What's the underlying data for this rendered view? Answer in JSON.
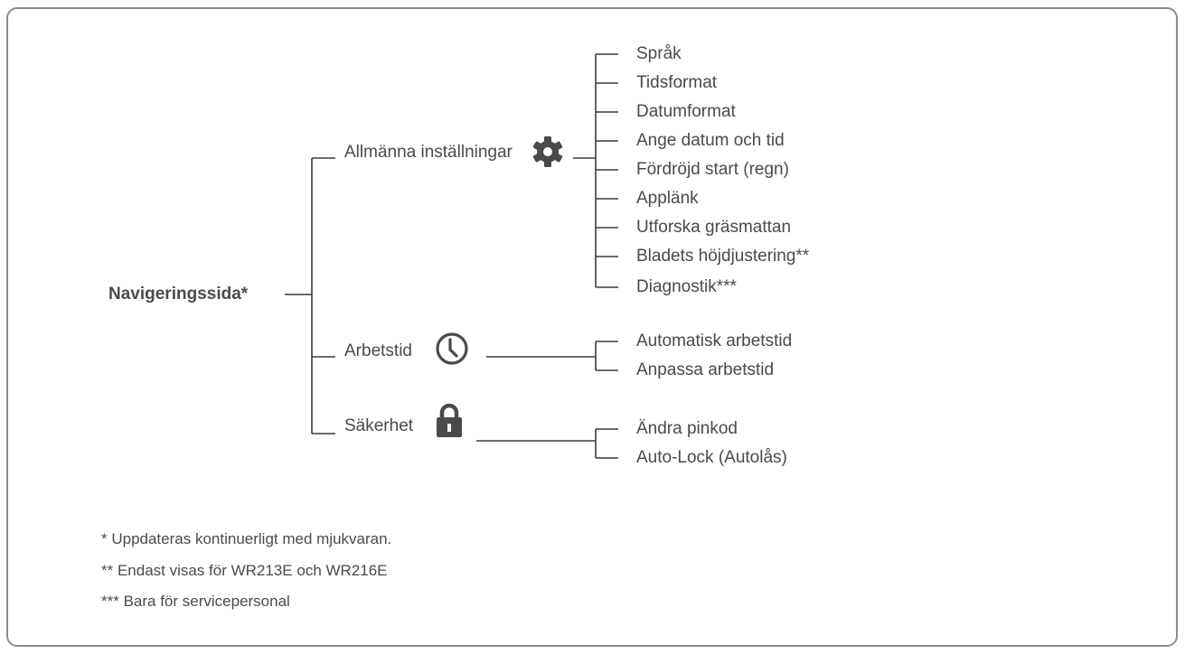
{
  "root": {
    "label": "Navigeringssida*"
  },
  "branches": [
    {
      "label": "Allmänna inställningar",
      "icon": "gear-icon",
      "children": [
        "Språk",
        "Tidsformat",
        "Datumformat",
        "Ange datum och tid",
        "Fördröjd start (regn)",
        "Applänk",
        "Utforska gräsmattan",
        "Bladets höjdjustering**",
        "Diagnostik***"
      ]
    },
    {
      "label": "Arbetstid",
      "icon": "clock-icon",
      "children": [
        "Automatisk arbetstid",
        "Anpassa arbetstid"
      ]
    },
    {
      "label": "Säkerhet",
      "icon": "lock-icon",
      "children": [
        "Ändra pinkod",
        "Auto-Lock (Autolås)"
      ]
    }
  ],
  "footnotes": [
    "* Uppdateras kontinuerligt med mjukvaran.",
    "** Endast visas för WR213E och WR216E",
    "*** Bara för servicepersonal"
  ],
  "colors": {
    "line": "#3c3c3c",
    "text": "#4a4a4a",
    "icon": "#4a4a4a",
    "frame": "#8c8c8c"
  }
}
